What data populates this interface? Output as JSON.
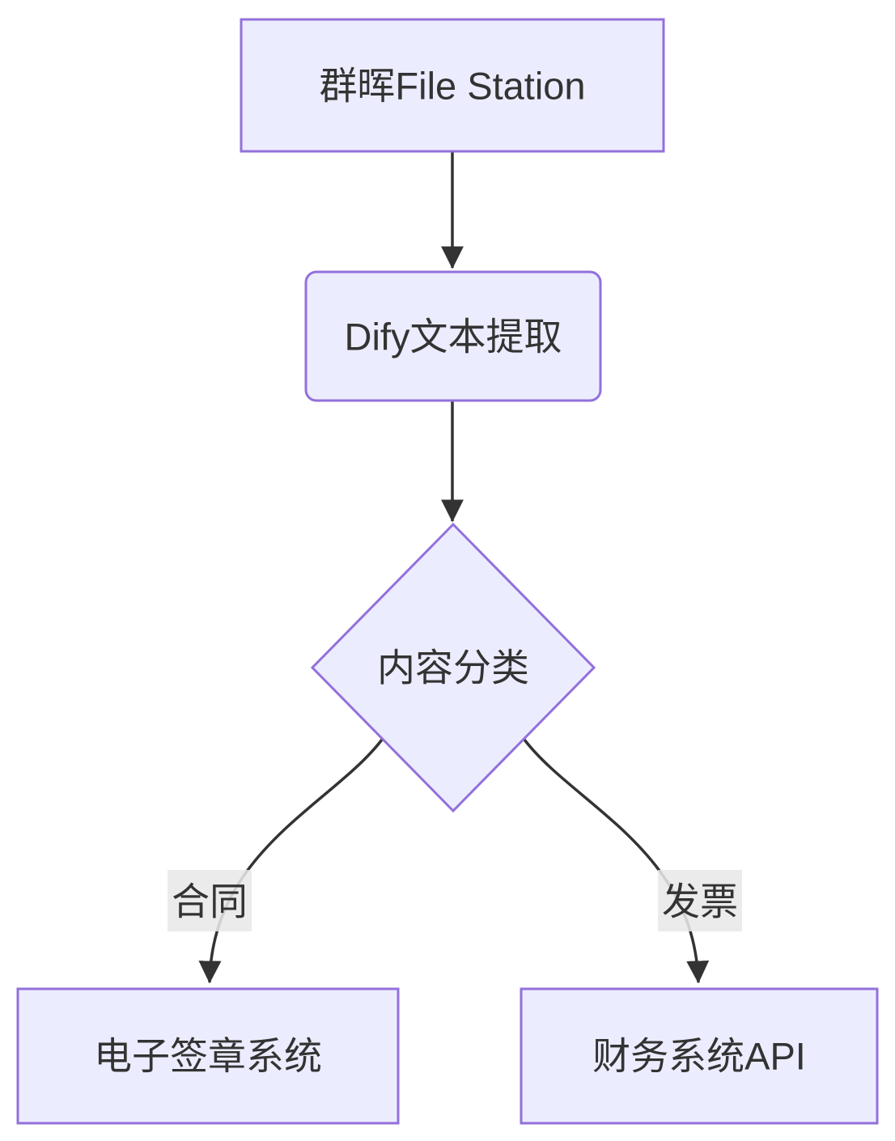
{
  "diagram": {
    "type": "flowchart",
    "direction": "top-down",
    "nodes": [
      {
        "id": "A",
        "label": "群晖File Station",
        "shape": "rectangle"
      },
      {
        "id": "B",
        "label": "Dify文本提取",
        "shape": "rounded-rectangle"
      },
      {
        "id": "C",
        "label": "内容分类",
        "shape": "diamond-decision"
      },
      {
        "id": "D",
        "label": "电子签章系统",
        "shape": "rectangle"
      },
      {
        "id": "E",
        "label": "财务系统API",
        "shape": "rectangle"
      }
    ],
    "edges": [
      {
        "from": "A",
        "to": "B",
        "label": ""
      },
      {
        "from": "B",
        "to": "C",
        "label": ""
      },
      {
        "from": "C",
        "to": "D",
        "label": "合同"
      },
      {
        "from": "C",
        "to": "E",
        "label": "发票"
      }
    ],
    "colors": {
      "node_fill": "#ECECFF",
      "node_border": "#9370DB",
      "edge_line": "#333333",
      "text": "#333333",
      "edge_label_bg": "#E8E8E8",
      "background": "#FFFFFF"
    }
  }
}
